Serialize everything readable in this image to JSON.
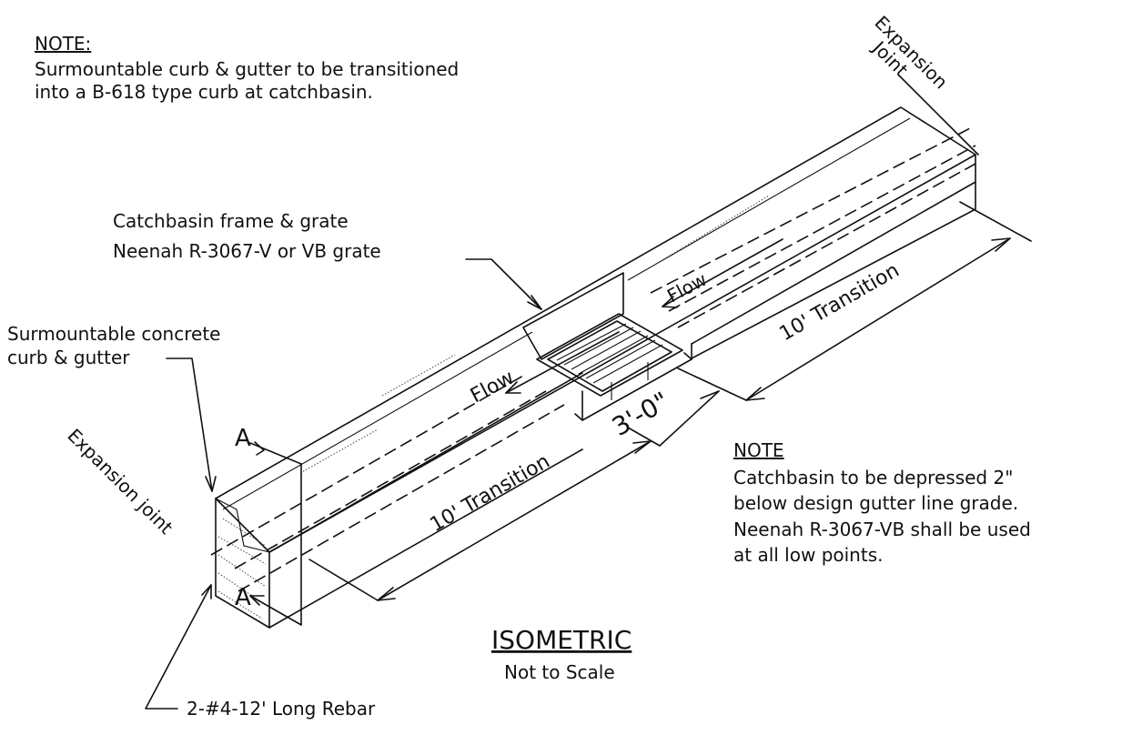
{
  "top_note": {
    "heading": "NOTE:",
    "line1": "Surmountable curb & gutter to be transitioned",
    "line2": "into a B-618 type curb at catchbasin."
  },
  "labels": {
    "expansion_joint_top_1": "Expansion",
    "expansion_joint_top_2": "Joint",
    "catchbasin_1": "Catchbasin frame & grate",
    "catchbasin_2": "Neenah R-3067-V or VB grate",
    "curb_gutter_1": "Surmountable concrete",
    "curb_gutter_2": "curb & gutter",
    "expansion_joint_left": "Expansion joint",
    "section_a_top": "A",
    "section_a_bottom": "A",
    "flow_upper": "Flow",
    "flow_lower": "Flow",
    "transition_upper": "10' Transition",
    "transition_lower": "10' Transition",
    "dim_3ft": "3'-0\"",
    "rebar": "2-#4-12' Long Rebar"
  },
  "right_note": {
    "heading": "NOTE",
    "line1": "Catchbasin to be depressed 2\"",
    "line2": "below design gutter line grade.",
    "line3": "Neenah R-3067-VB shall be used",
    "line4": "at all low points."
  },
  "title": {
    "main": "ISOMETRIC",
    "sub": "Not to Scale"
  }
}
